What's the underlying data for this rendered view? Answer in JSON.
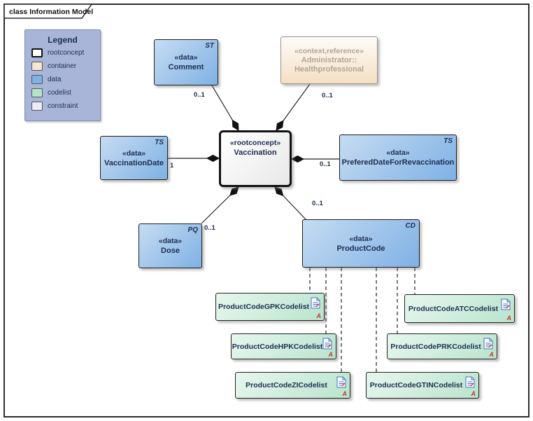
{
  "frame": {
    "title": "class Information Model"
  },
  "legend": {
    "title": "Legend",
    "items": [
      {
        "label": "rootconcept",
        "color": "#ffffff"
      },
      {
        "label": "container",
        "color": "#f7e6d2"
      },
      {
        "label": "data",
        "color": "#7fb1e4"
      },
      {
        "label": "codelist",
        "color": "#b7e3cb"
      },
      {
        "label": "constraint",
        "color": "#ebebf9"
      }
    ]
  },
  "nodes": {
    "comment": {
      "type": "ST",
      "stereotype": "«data»",
      "name": "Comment"
    },
    "administrator": {
      "stereotype": "«context,reference»",
      "name_line1": "Administrator::",
      "name_line2": "Healthprofessional"
    },
    "vaccination": {
      "stereotype": "«rootconcept»",
      "name": "Vaccination"
    },
    "vaccination_date": {
      "type": "TS",
      "stereotype": "«data»",
      "name": "VaccinationDate"
    },
    "prefered_date": {
      "type": "TS",
      "stereotype": "«data»",
      "name": "PreferedDateForRevaccination"
    },
    "dose": {
      "type": "PQ",
      "stereotype": "«data»",
      "name": "Dose"
    },
    "product_code": {
      "type": "CD",
      "stereotype": "«data»",
      "name": "ProductCode"
    }
  },
  "codelists": [
    {
      "name": "ProductCodeGPKCodelist"
    },
    {
      "name": "ProductCodeHPKCodelist"
    },
    {
      "name": "ProductCodeZICodelist"
    },
    {
      "name": "ProductCodeATCCodelist"
    },
    {
      "name": "ProductCodePRKCodelist"
    },
    {
      "name": "ProductCodeGTINCodelist"
    }
  ],
  "multiplicities": {
    "comment": "0..1",
    "administrator": "0..1",
    "vaccination_date": "1",
    "prefered_date": "0..1",
    "dose": "0..1",
    "product_code": "0..1"
  }
}
